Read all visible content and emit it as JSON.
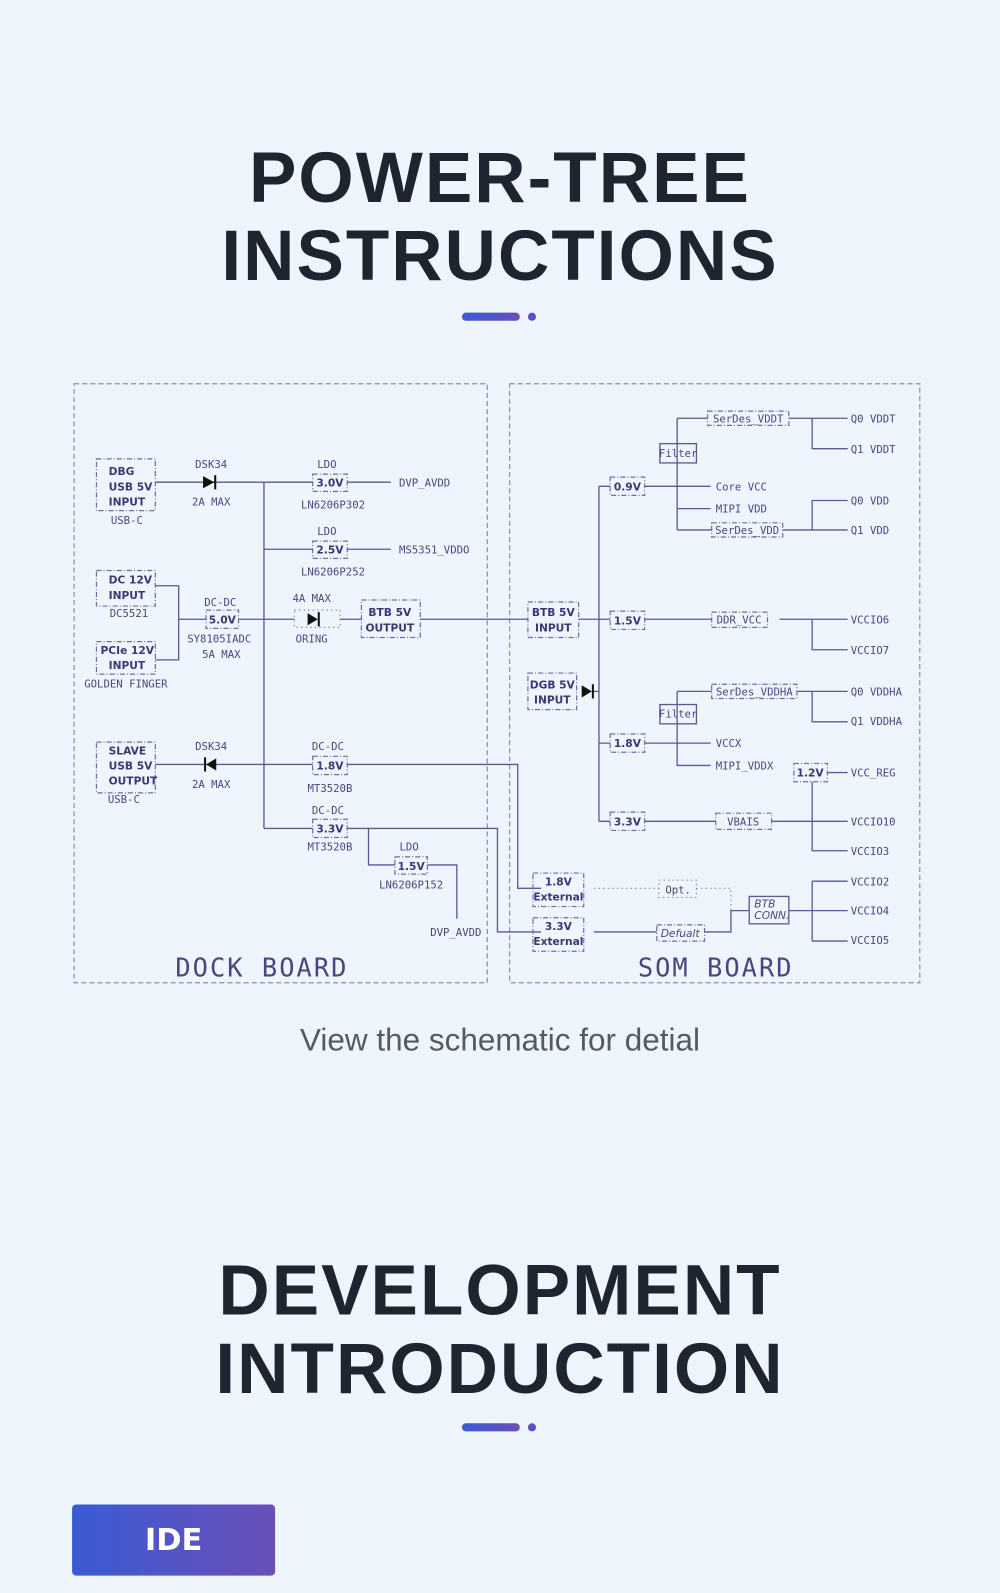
{
  "section1": {
    "title_line1": "POWER-TREE",
    "title_line2": "INSTRUCTIONS",
    "caption": "View the schematic for detial"
  },
  "section2": {
    "title_line1": "DEVELOPMENT",
    "title_line2": "INTRODUCTION",
    "button_label": "IDE"
  },
  "colors": {
    "accent_start": "#3b5bd6",
    "accent_end": "#6a4fb8",
    "background": "#eff5fc",
    "line": "#565b98"
  },
  "dock": {
    "title": "DOCK BOARD",
    "dbg_input": [
      "DBG",
      "USB 5V",
      "INPUT"
    ],
    "dbg_conn": "USB-C",
    "diode1": {
      "part": "DSK34",
      "rating": "2A MAX"
    },
    "ldo1": {
      "type": "LDO",
      "voltage": "3.0V",
      "part": "LN6206P302",
      "net": "DVP_AVDD"
    },
    "ldo2": {
      "type": "LDO",
      "voltage": "2.5V",
      "part": "LN6206P252",
      "net": "MS5351_VDDO"
    },
    "dc_input": [
      "DC 12V",
      "INPUT"
    ],
    "dc_conn": "DC5521",
    "pcie_input": [
      "PCIe 12V",
      "INPUT"
    ],
    "pcie_conn": "GOLDEN FINGER",
    "buck5": {
      "type": "DC-DC",
      "voltage": "5.0V",
      "part": "SY8105IADC",
      "rating": "5A MAX"
    },
    "oring": {
      "rating": "4A MAX",
      "label": "ORING"
    },
    "btb_out": [
      "BTB 5V",
      "OUTPUT"
    ],
    "slave": [
      "SLAVE",
      "USB 5V",
      "OUTPUT"
    ],
    "slave_conn": "USB-C",
    "diode2": {
      "part": "DSK34",
      "rating": "2A MAX"
    },
    "buck18": {
      "type": "DC-DC",
      "voltage": "1.8V",
      "part": "MT3520B"
    },
    "buck33": {
      "type": "DC-DC",
      "voltage": "3.3V",
      "part": "MT3520B"
    },
    "ldo3": {
      "type": "LDO",
      "voltage": "1.5V",
      "part": "LN6206P152",
      "net": "DVP_AVDD"
    }
  },
  "som": {
    "title": "SOM BOARD",
    "btb_in": [
      "BTB 5V",
      "INPUT"
    ],
    "dgb_in": [
      "DGB 5V",
      "INPUT"
    ],
    "rail09": "0.9V",
    "filter1": "Filter",
    "serdes_vddt": "SerDes_VDDT",
    "q0_vddt": "Q0 VDDT",
    "q1_vddt": "Q1 VDDT",
    "core_vcc": "Core VCC",
    "mipi_vdd": "MIPI VDD",
    "serdes_vdd": "SerDes_VDD",
    "q0_vdd": "Q0 VDD",
    "q1_vdd": "Q1 VDD",
    "rail15": "1.5V",
    "ddr_vcc": "DDR_VCC",
    "vccio6": "VCCIO6",
    "vccio7": "VCCIO7",
    "filter2": "Filter",
    "serdes_vddha": "SerDes_VDDHA",
    "q0_vddha": "Q0 VDDHA",
    "q1_vddha": "Q1 VDDHA",
    "rail18": "1.8V",
    "vccx": "VCCX",
    "mipi_vddx": "MIPI_VDDX",
    "rail12": "1.2V",
    "vcc_reg": "VCC_REG",
    "rail33": "3.3V",
    "vbais": "VBAIS",
    "vccio10": "VCCIO10",
    "vccio3": "VCCIO3",
    "ext18": [
      "1.8V",
      "External"
    ],
    "ext33": [
      "3.3V",
      "External"
    ],
    "opt": "Opt.",
    "default": "Defualt",
    "btb_conn": [
      "BTB",
      "CONN."
    ],
    "vccio2": "VCCIO2",
    "vccio4": "VCCIO4",
    "vccio5": "VCCIO5"
  }
}
